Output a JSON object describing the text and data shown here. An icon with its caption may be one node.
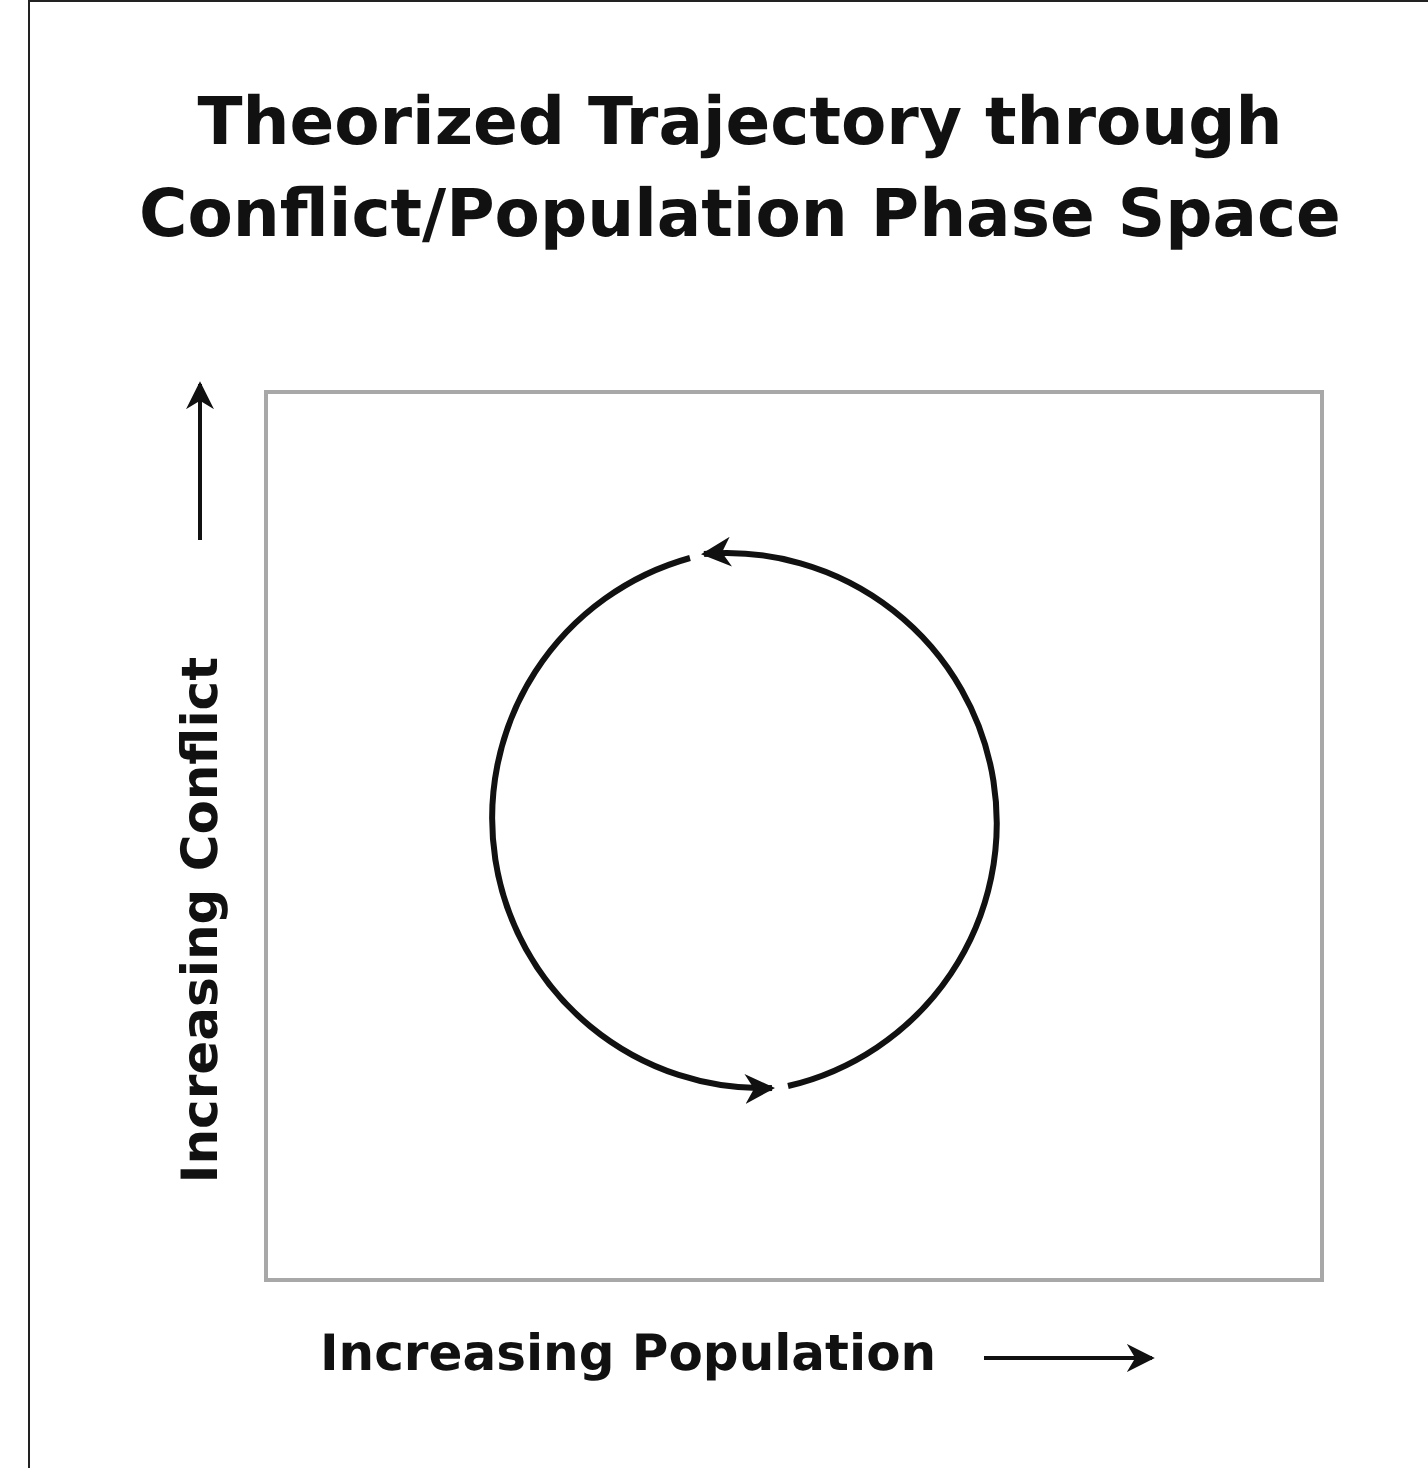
{
  "diagram": {
    "title": "Theorized Trajectory through Conflict/Population Phase Space",
    "labels": [
      "Increasing Conflict",
      "Increasing Population"
    ]
  }
}
